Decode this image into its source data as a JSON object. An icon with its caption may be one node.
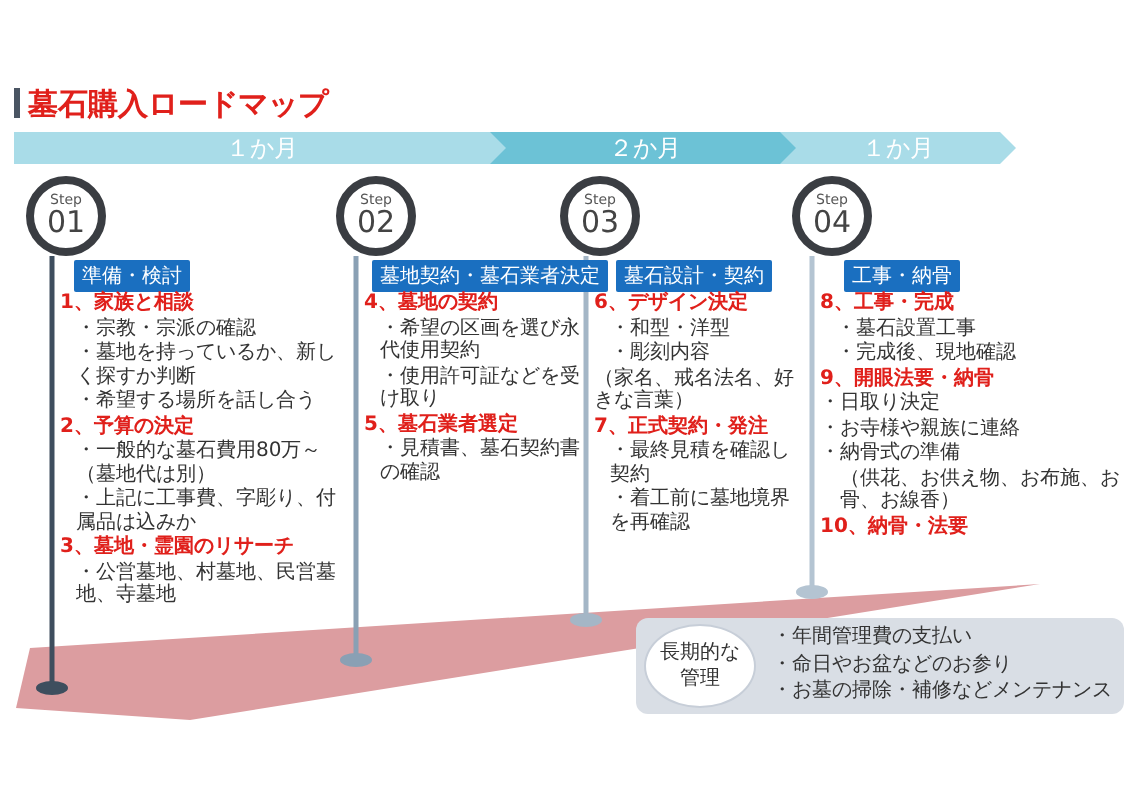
{
  "diagram": {
    "title": "墓石購入ロードマップ",
    "nodes": [
      {
        "text": [
          "１か月"
        ]
      },
      {
        "text": [
          "２か月"
        ]
      },
      {
        "text": [
          "１か月"
        ]
      },
      {
        "text": [
          "Step",
          "01"
        ]
      },
      {
        "text": [
          "Step",
          "02"
        ]
      },
      {
        "text": [
          "Step",
          "03"
        ]
      },
      {
        "text": [
          "Step",
          "04"
        ]
      },
      {
        "text": [
          "準備・検討"
        ]
      },
      {
        "text": [
          "墓地契約・墓石業者決定"
        ]
      },
      {
        "text": [
          "墓石設計・契約"
        ]
      },
      {
        "text": [
          "工事・納骨"
        ]
      },
      {
        "text": [
          "・年間管理費の支払い",
          "・命日やお盆などのお参り",
          "・お墓の掃除・補修などメンテナンス"
        ]
      },
      {
        "text": [
          "長期的な管理"
        ],
        "in": 11
      }
    ],
    "labels": [
      "1、家族と相談",
      "・宗教・宗派の確認",
      "・墓地を持っているか、新しく探すか判断",
      "・希望する場所を話し合う",
      "2、予算の決定",
      "・一般的な墓石費用80万～（墓地代は別）",
      "・上記に工事費、字彫り、付属品は込みか",
      "3、墓地・霊園のリサーチ",
      "・公営墓地、村墓地、民営墓地、寺墓地",
      "4、墓地の契約",
      "・希望の区画を選び永代使用契約",
      "・使用許可証などを受け取り",
      "5、墓石業者選定",
      "・見積書、墓石契約書の確認",
      "6、デザイン決定",
      "・和型・洋型",
      "・彫刻内容",
      "（家名、戒名法名、好きな言葉）",
      "7、正式契約・発注",
      "・最終見積を確認し契約",
      "・着工前に墓地境界を再確認",
      "8、工事・完成",
      "・墓石設置工事",
      "・完成後、現地確認",
      "9、開眼法要・納骨",
      "・日取り決定",
      "・お寺様や親族に連絡",
      "・納骨式の準備",
      "（供花、お供え物、お布施、お骨、お線香）",
      "10、納骨・法要"
    ]
  }
}
